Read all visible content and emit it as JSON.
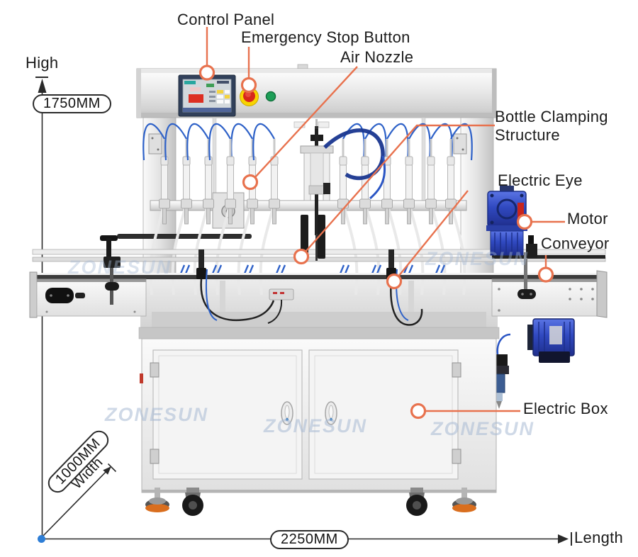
{
  "callouts": {
    "control_panel": "Control Panel",
    "emergency_stop_button": "Emergency Stop Button",
    "air_nozzle": "Air Nozzle",
    "bottle_clamping_structure": "Bottle Clamping Structure",
    "electric_eye": "Electric Eye",
    "motor": "Motor",
    "conveyor": "Conveyor",
    "electric_box": "Electric Box"
  },
  "dimensions": {
    "height": {
      "axis_label": "High",
      "value": "1750MM"
    },
    "width": {
      "axis_label": "Width",
      "value": "1000MM"
    },
    "length": {
      "axis_label": "Length",
      "value": "2250MM"
    }
  },
  "watermark": "ZONESUN",
  "colors": {
    "callout_line": "#e8724e",
    "dimension_line": "#2a2a2a",
    "origin_dot": "#2e7ed6",
    "motor_blue": "#3049c0",
    "emergency_red": "#d7281c",
    "emergency_yellow": "#f8d402",
    "indicator_green": "#1d9e57",
    "screen_teal": "#2aa7a0",
    "watermark_blue": "#a8b9d3"
  }
}
